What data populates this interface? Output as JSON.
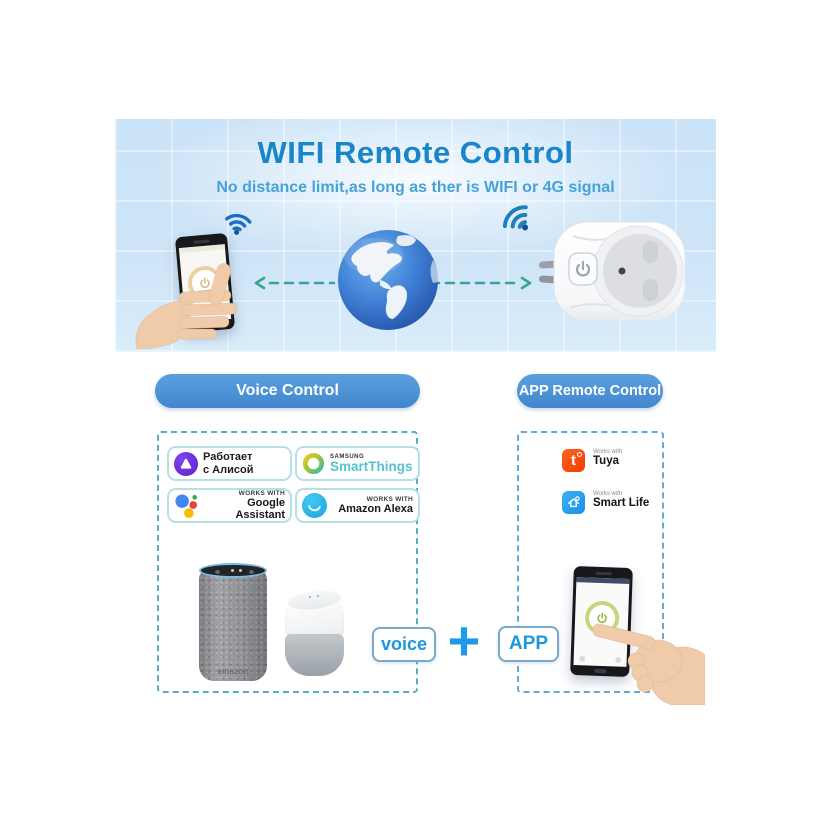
{
  "banner": {
    "title": "WIFI Remote Control",
    "subtitle": "No distance limit,as long as ther is WIFI or 4G signal"
  },
  "pills": {
    "voice": "Voice Control",
    "app": "APP Remote Control"
  },
  "badges": {
    "alice": {
      "line1": "Работает",
      "line2": "с Алисой"
    },
    "smartthings": {
      "brand": "SAMSUNG",
      "name": "SmartThings"
    },
    "google": {
      "works_with": "WORKS WITH",
      "name": "Google Assistant"
    },
    "alexa": {
      "works_with": "WORKS WITH",
      "name": "Amazon Alexa"
    }
  },
  "partners": {
    "tuya": {
      "works_with": "Works with",
      "name": "Tuya",
      "logo_letter": "t"
    },
    "smart_life": {
      "works_with": "Works with",
      "name": "Smart Life"
    }
  },
  "formula": {
    "voice": "voice",
    "plus": "+",
    "app": "APP"
  },
  "devices": {
    "echo_brand": "amazon"
  },
  "colors": {
    "title_blue": "#1886c9",
    "subtitle_blue": "#47a2d8",
    "pill_blue": "#4a90d4",
    "accent_blue": "#1e9ae8",
    "arrow_teal": "#3aa396",
    "voice_box_dash": "#57aebc",
    "app_box_dash": "#62a9dc",
    "alice_purple": "#6a30d9",
    "smartthings_teal": "#57c2cf",
    "alexa_blue": "#2fb8e8",
    "tuya_orange": "#fa4b14",
    "smartlife_blue": "#1f9af0"
  }
}
